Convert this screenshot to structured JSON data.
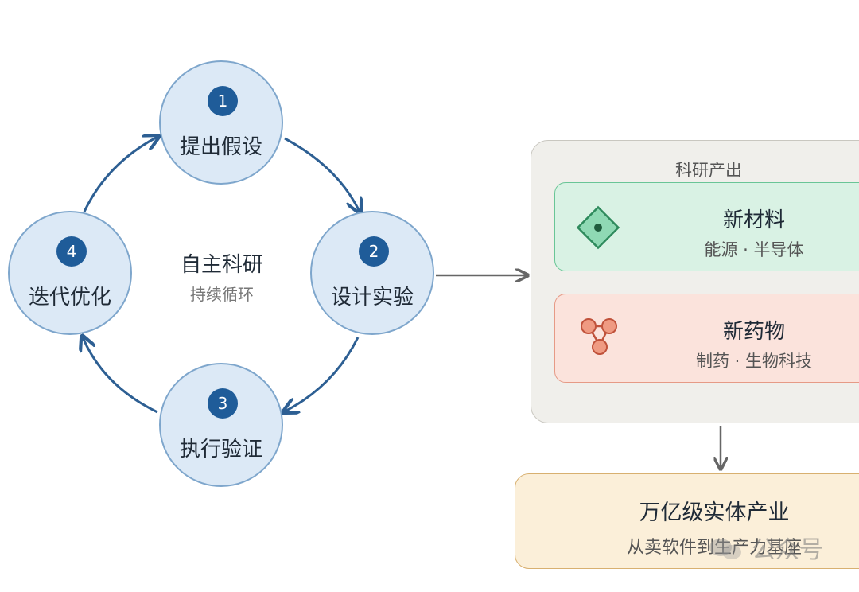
{
  "cycle": {
    "center_title": "自主科研",
    "center_subtitle": "持续循环",
    "steps": [
      {
        "number": "1",
        "label": "提出假设"
      },
      {
        "number": "2",
        "label": "设计实验"
      },
      {
        "number": "3",
        "label": "执行验证"
      },
      {
        "number": "4",
        "label": "迭代优化"
      }
    ]
  },
  "outputs": {
    "title": "科研产出",
    "materials": {
      "title": "新材料",
      "subtitle": "能源 · 半导体",
      "icon": "diamond-icon"
    },
    "drugs": {
      "title": "新药物",
      "subtitle": "制药 · 生物科技",
      "icon": "molecule-icon"
    }
  },
  "industry": {
    "title": "万亿级实体产业",
    "subtitle": "从卖软件到生产力基座"
  },
  "watermark": {
    "text": "公众号",
    "icon": "wechat-icon"
  },
  "colors": {
    "node_fill": "#dce9f6",
    "node_stroke": "#7ea6cc",
    "badge": "#1f5c99",
    "cycle_arrow": "#2d5f93",
    "materials_fill": "#d9f2e4",
    "materials_stroke": "#69c596",
    "drugs_fill": "#fbe3dc",
    "drugs_stroke": "#e69a86",
    "industry_fill": "#fbefd9",
    "industry_stroke": "#d8b070",
    "panel_fill": "#f0efeb"
  }
}
